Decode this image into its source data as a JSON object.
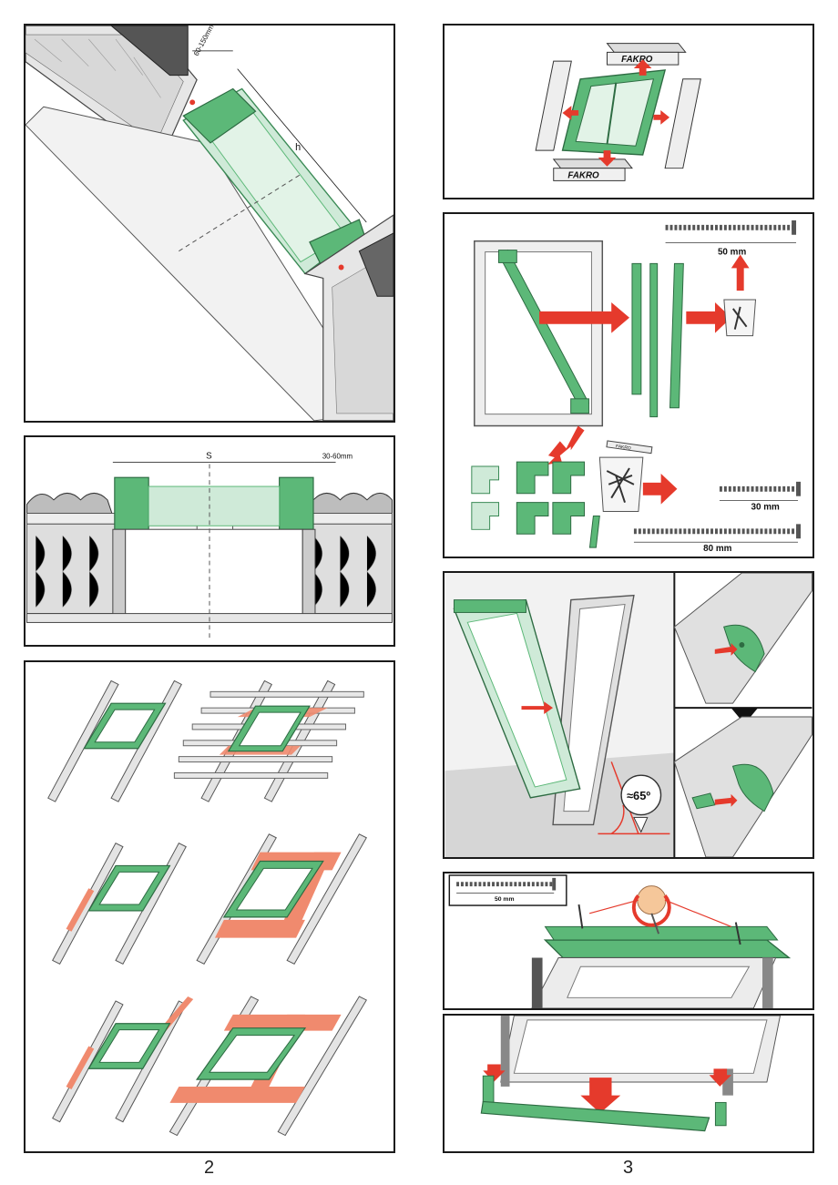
{
  "left_page": {
    "page_number": "2",
    "fig1": {
      "dim_top": "60-150mm",
      "dim_h": "h"
    },
    "fig2": {
      "dim_s": "S",
      "dim_right": "30-60mm"
    }
  },
  "right_page": {
    "page_number": "3",
    "fig4": {
      "brand_top": "FAKRO",
      "brand_bottom": "FAKRO"
    },
    "fig5": {
      "screw_top": "50 mm",
      "screw_mid": "30 mm",
      "screw_bottom": "80 mm",
      "marker": "FAKRO"
    },
    "fig6": {
      "angle": "≈65º"
    },
    "fig7": {
      "screw": "50 mm"
    }
  },
  "colors": {
    "green": "#5cb878",
    "light_green": "#cfead8",
    "salmon": "#f08a6e",
    "red_arrow": "#e53a2c",
    "gray": "#cfcfcf"
  }
}
